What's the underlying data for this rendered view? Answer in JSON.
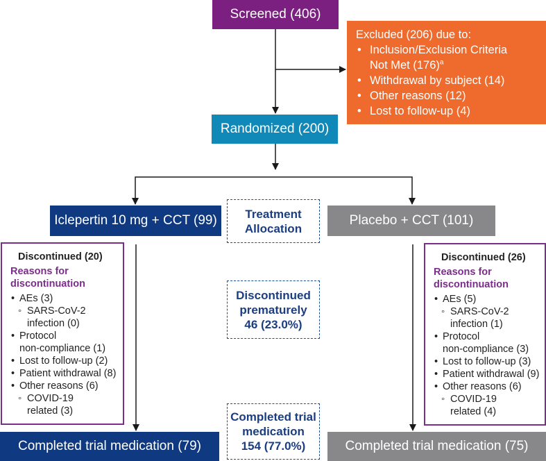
{
  "screened": "Screened (406)",
  "excluded": {
    "title": "Excluded (206) due to:",
    "items": [
      {
        "text": "Inclusion/Exclusion Criteria",
        "text2": "Not Met (176)",
        "sup": "a"
      },
      {
        "text": "Withdrawal by subject (14)"
      },
      {
        "text": "Other reasons (12)"
      },
      {
        "text": "Lost to follow-up (4)"
      }
    ]
  },
  "randomized": "Randomized (200)",
  "arms": {
    "left": "Iclepertin 10 mg + CCT (99)",
    "right": "Placebo + CCT (101)"
  },
  "center": {
    "allocation": [
      "Treatment",
      "Allocation"
    ],
    "discontinued": [
      "Discontinued",
      "prematurely",
      "46 (23.0%)"
    ],
    "completed": [
      "Completed trial",
      "medication",
      "154 (77.0%)"
    ]
  },
  "discontinued_left": {
    "title": "Discontinued (20)",
    "reasons_title": [
      "Reasons for",
      "discontinuation"
    ],
    "items": [
      {
        "text": "AEs (3)",
        "sub": false
      },
      {
        "text": "SARS-CoV-2",
        "text2": "infection (0)",
        "sub": true
      },
      {
        "text": "Protocol",
        "text2": "non-compliance (1)",
        "sub": false
      },
      {
        "text": "Lost to follow-up (2)",
        "sub": false
      },
      {
        "text": "Patient withdrawal (8)",
        "sub": false
      },
      {
        "text": "Other reasons (6)",
        "sub": false
      },
      {
        "text": "COVID-19",
        "text2": "related (3)",
        "sub": true
      }
    ]
  },
  "discontinued_right": {
    "title": "Discontinued (26)",
    "reasons_title": [
      "Reasons for",
      "discontinuation"
    ],
    "items": [
      {
        "text": "AEs (5)",
        "sub": false
      },
      {
        "text": "SARS-CoV-2",
        "text2": "infection (1)",
        "sub": true
      },
      {
        "text": "Protocol",
        "text2": "non-compliance (3)",
        "sub": false
      },
      {
        "text": "Lost to follow-up (3)",
        "sub": false
      },
      {
        "text": "Patient withdrawal (9)",
        "sub": false
      },
      {
        "text": "Other reasons (6)",
        "sub": false
      },
      {
        "text": "COVID-19",
        "text2": "related (4)",
        "sub": true
      }
    ]
  },
  "completed": {
    "left": "Completed trial medication (79)",
    "right": "Completed trial medication (75)"
  },
  "colors": {
    "screened": "#7b1f80",
    "excluded": "#ef6a2d",
    "randomized": "#1089b8",
    "iclepertin": "#0f3a82",
    "placebo": "#88888a",
    "discontinued_border": "#7b2d8a"
  }
}
